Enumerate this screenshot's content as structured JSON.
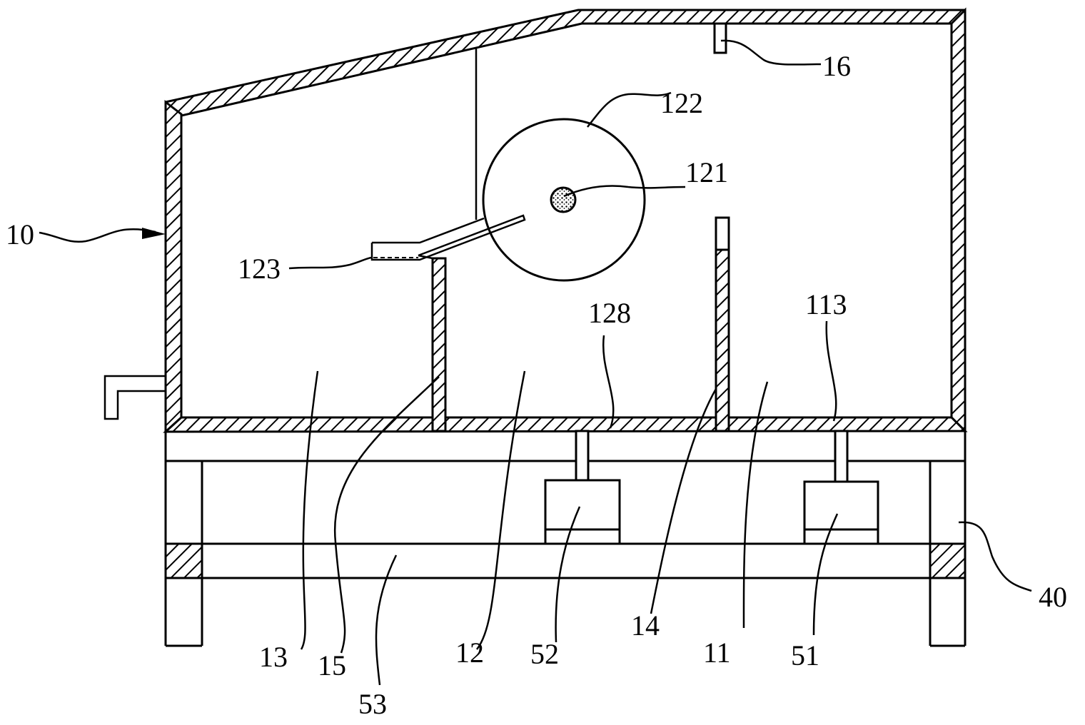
{
  "figure": {
    "kind": "patent mechanical cross-section",
    "ink_color": "#000000",
    "paper_color": "#ffffff"
  },
  "labels": {
    "housing": "10",
    "chamber_11": "11",
    "chamber_12": "12",
    "chamber_13": "13",
    "partition_14": "14",
    "partition_15": "15",
    "sensor_16": "16",
    "frame": "40",
    "pump_51": "51",
    "pump_52": "52",
    "beam_53": "53",
    "outlet_113": "113",
    "shaft_121": "121",
    "drum_122": "122",
    "scraper_123": "123",
    "outlet_128": "128"
  }
}
